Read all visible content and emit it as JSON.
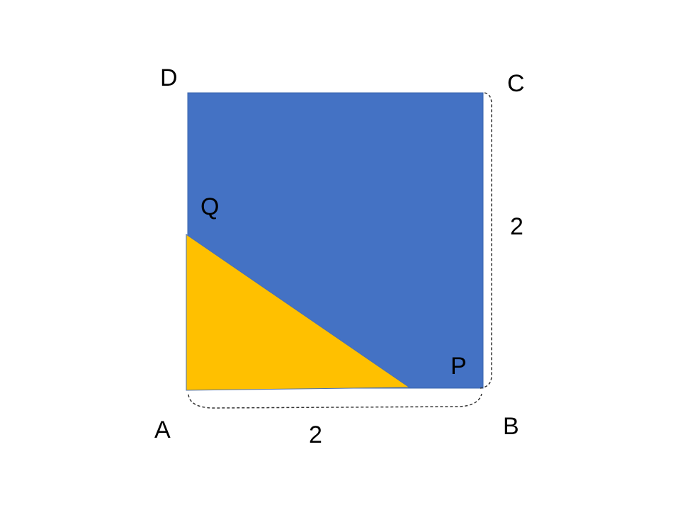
{
  "vertices": {
    "A": "A",
    "B": "B",
    "C": "C",
    "D": "D",
    "P": "P",
    "Q": "Q"
  },
  "dimensions": {
    "bottom_side": "2",
    "right_side": "2"
  },
  "colors": {
    "square_fill": "#4472C4",
    "triangle_fill": "#FFC000",
    "brace_stroke": "#333333"
  }
}
